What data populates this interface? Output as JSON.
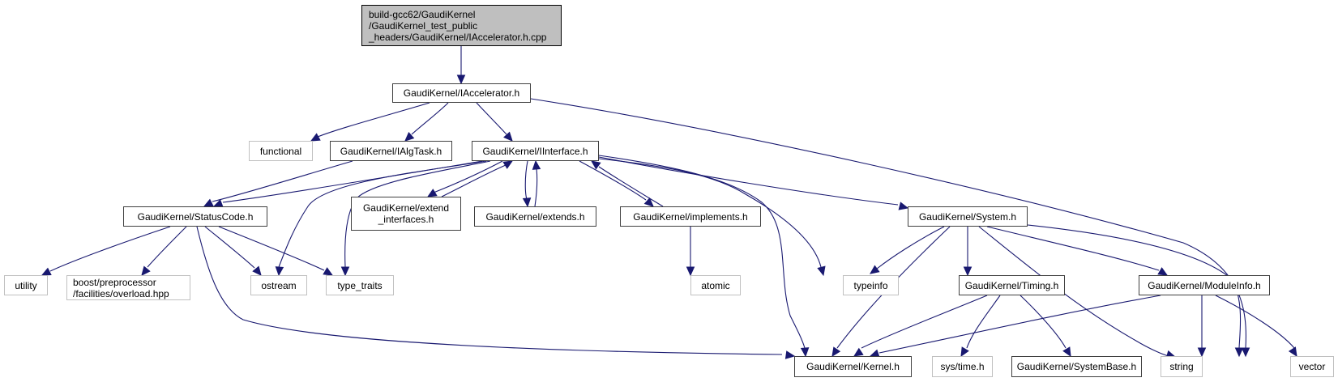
{
  "diagram": {
    "type": "include-dependency-graph",
    "colors": {
      "edge": "#191970",
      "root_fill": "#bfbfbf",
      "internal_border": "#404040",
      "external_border": "#c0c0c0"
    },
    "nodes": {
      "root": "build-gcc62/GaudiKernel\n/GaudiKernel_test_public\n_headers/GaudiKernel/IAccelerator.h.cpp",
      "iaccelerator": "GaudiKernel/IAccelerator.h",
      "functional": "functional",
      "ialgtask": "GaudiKernel/IAlgTask.h",
      "iinterface": "GaudiKernel/IInterface.h",
      "statuscode": "GaudiKernel/StatusCode.h",
      "extend_interfaces": "GaudiKernel/extend\n_interfaces.h",
      "extends": "GaudiKernel/extends.h",
      "implements": "GaudiKernel/implements.h",
      "system": "GaudiKernel/System.h",
      "utility": "utility",
      "boost_overload": "boost/preprocessor\n/facilities/overload.hpp",
      "ostream": "ostream",
      "type_traits": "type_traits",
      "atomic": "atomic",
      "typeinfo": "typeinfo",
      "timing": "GaudiKernel/Timing.h",
      "moduleinfo": "GaudiKernel/ModuleInfo.h",
      "kernel": "GaudiKernel/Kernel.h",
      "systime": "sys/time.h",
      "systembase": "GaudiKernel/SystemBase.h",
      "string": "string",
      "vector": "vector"
    },
    "edges": [
      [
        "root",
        "iaccelerator"
      ],
      [
        "iaccelerator",
        "functional"
      ],
      [
        "iaccelerator",
        "ialgtask"
      ],
      [
        "iaccelerator",
        "iinterface"
      ],
      [
        "iaccelerator",
        "vector"
      ],
      [
        "ialgtask",
        "statuscode"
      ],
      [
        "iinterface",
        "statuscode"
      ],
      [
        "iinterface",
        "extend_interfaces"
      ],
      [
        "extend_interfaces",
        "iinterface"
      ],
      [
        "iinterface",
        "extends"
      ],
      [
        "extends",
        "iinterface"
      ],
      [
        "iinterface",
        "implements"
      ],
      [
        "implements",
        "iinterface"
      ],
      [
        "iinterface",
        "ostream"
      ],
      [
        "iinterface",
        "type_traits"
      ],
      [
        "iinterface",
        "typeinfo"
      ],
      [
        "iinterface",
        "kernel"
      ],
      [
        "iinterface",
        "system"
      ],
      [
        "statuscode",
        "utility"
      ],
      [
        "statuscode",
        "boost_overload"
      ],
      [
        "statuscode",
        "ostream"
      ],
      [
        "statuscode",
        "type_traits"
      ],
      [
        "statuscode",
        "kernel"
      ],
      [
        "implements",
        "atomic"
      ],
      [
        "system",
        "typeinfo"
      ],
      [
        "system",
        "kernel"
      ],
      [
        "system",
        "timing"
      ],
      [
        "system",
        "string"
      ],
      [
        "system",
        "moduleinfo"
      ],
      [
        "system",
        "vector"
      ],
      [
        "timing",
        "kernel"
      ],
      [
        "timing",
        "systime"
      ],
      [
        "timing",
        "systembase"
      ],
      [
        "moduleinfo",
        "kernel"
      ],
      [
        "moduleinfo",
        "string"
      ],
      [
        "moduleinfo",
        "vector"
      ]
    ]
  }
}
